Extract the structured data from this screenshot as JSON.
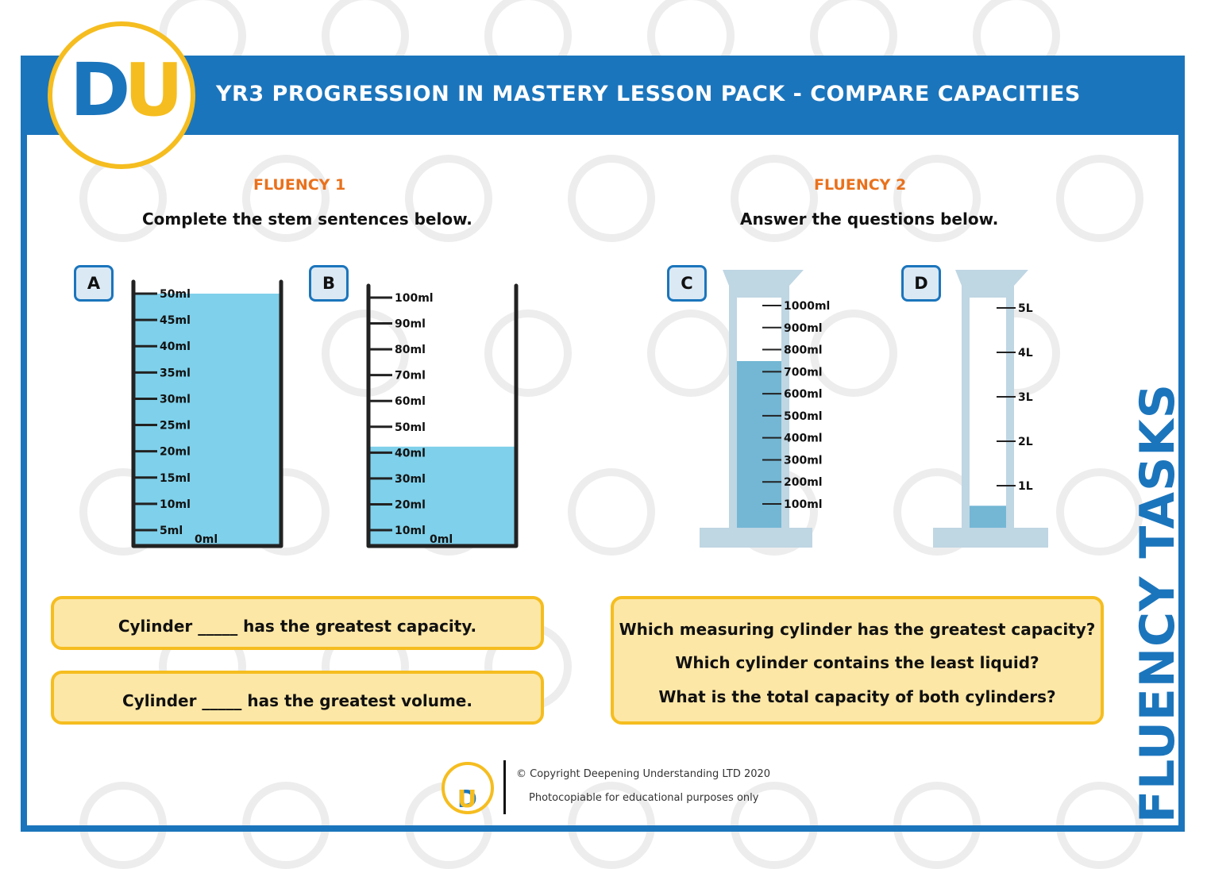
{
  "header": {
    "title": "YR3 PROGRESSION IN MASTERY LESSON PACK - COMPARE CAPACITIES",
    "logo_text_d": "D",
    "logo_text_u": "U"
  },
  "fluency1": {
    "title": "FLUENCY 1",
    "instruction": "Complete the stem sentences below.",
    "beaker_a": {
      "label": "A",
      "ticks": [
        "50ml",
        "45ml",
        "40ml",
        "35ml",
        "30ml",
        "25ml",
        "20ml",
        "15ml",
        "10ml",
        "5ml"
      ],
      "zero": "0ml",
      "fill_fraction": 1.0
    },
    "beaker_b": {
      "label": "B",
      "ticks": [
        "100ml",
        "90ml",
        "80ml",
        "70ml",
        "60ml",
        "50ml",
        "40ml",
        "30ml",
        "20ml",
        "10ml"
      ],
      "zero": "0ml",
      "fill_fraction": 0.4
    },
    "sentences": [
      "Cylinder _____ has the greatest capacity.",
      "Cylinder _____ has the greatest volume."
    ]
  },
  "fluency2": {
    "title": "FLUENCY 2",
    "instruction": "Answer the questions below.",
    "cylinder_c": {
      "label": "C",
      "ticks": [
        "1000ml",
        "900ml",
        "800ml",
        "700ml",
        "600ml",
        "500ml",
        "400ml",
        "300ml",
        "200ml",
        "100ml"
      ],
      "fill_fraction": 0.75
    },
    "cylinder_d": {
      "label": "D",
      "ticks": [
        "5L",
        "4L",
        "3L",
        "2L",
        "1L"
      ],
      "fill_fraction": 0.1
    },
    "questions": [
      "Which measuring cylinder has the greatest capacity?",
      "Which cylinder contains the least liquid?",
      "What is the total capacity of both cylinders?"
    ]
  },
  "side_label": "FLUENCY TASKS",
  "footer": {
    "logo_text_d": "D",
    "logo_text_u": "U",
    "copyright": "© Copyright Deepening Understanding LTD 2020",
    "note": "Photocopiable for educational purposes only"
  },
  "colors": {
    "brand_blue": "#1b75bc",
    "brand_yellow": "#f5bd1f",
    "accent_orange": "#e9711c",
    "water": "#7fd0ea",
    "cylinder_water": "#73b7d4"
  }
}
